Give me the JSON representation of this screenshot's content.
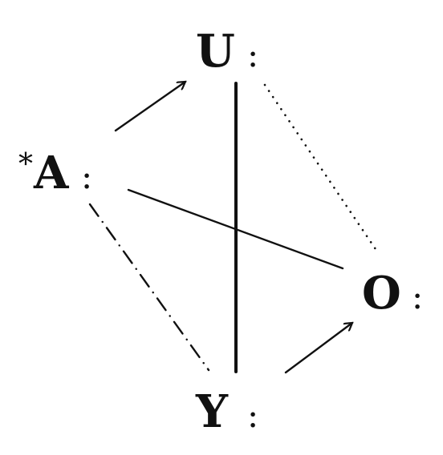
{
  "nodes": [
    {
      "id": "A",
      "label": "A",
      "suffix": ":",
      "mark": "*"
    },
    {
      "id": "U",
      "label": "U",
      "suffix": ":",
      "mark": ""
    },
    {
      "id": "O",
      "label": "O",
      "suffix": ":",
      "mark": ""
    },
    {
      "id": "Y",
      "label": "Y",
      "suffix": ":",
      "mark": ""
    }
  ],
  "edges": [
    {
      "from": "A",
      "to": "U",
      "style": "solid",
      "directed": true
    },
    {
      "from": "Y",
      "to": "O",
      "style": "solid",
      "directed": true
    },
    {
      "from": "U",
      "to": "Y",
      "style": "solid-thick",
      "directed": false
    },
    {
      "from": "A",
      "to": "O",
      "style": "solid",
      "directed": false
    },
    {
      "from": "U",
      "to": "O",
      "style": "dotted",
      "directed": false
    },
    {
      "from": "A",
      "to": "Y",
      "style": "dash-dot",
      "directed": false
    }
  ]
}
